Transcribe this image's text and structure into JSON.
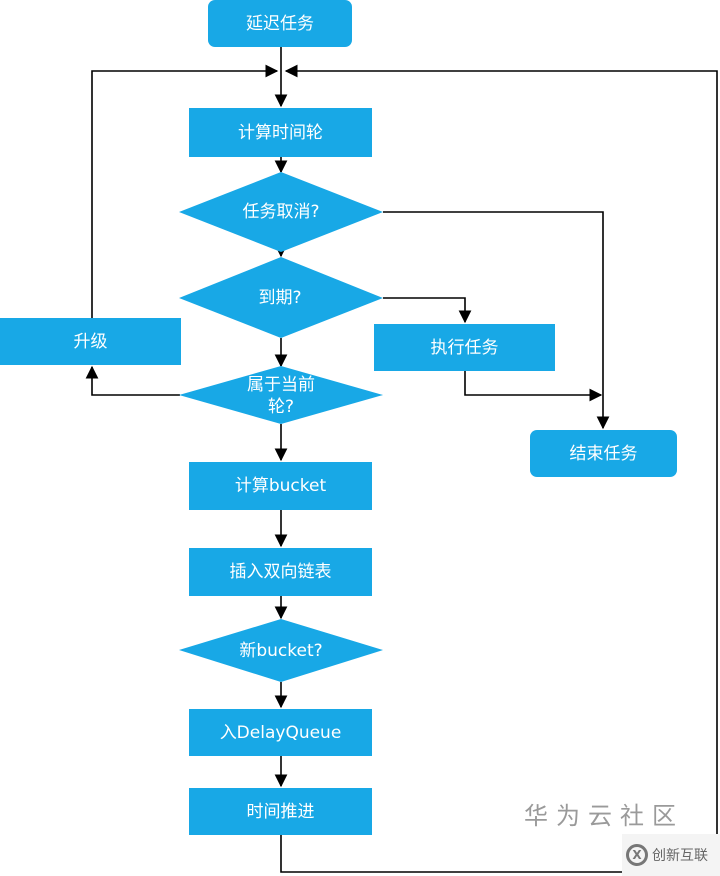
{
  "colors": {
    "node": "#18a8e6",
    "line": "#000000"
  },
  "nodes": {
    "start": "延迟任务",
    "calc_wheel": "计算时间轮",
    "cancelled": "任务取消?",
    "expired": "到期?",
    "upgrade": "升级",
    "execute": "执行任务",
    "current_wheel": "属于当前轮?",
    "end": "结束任务",
    "calc_bucket": "计算bucket",
    "insert_list": "插入双向链表",
    "new_bucket": "新bucket?",
    "enqueue": "入DelayQueue",
    "advance": "时间推进"
  },
  "watermark": "华为云社区",
  "logo": {
    "text": "创新互联",
    "icon": "chuangxin-logo-icon"
  }
}
